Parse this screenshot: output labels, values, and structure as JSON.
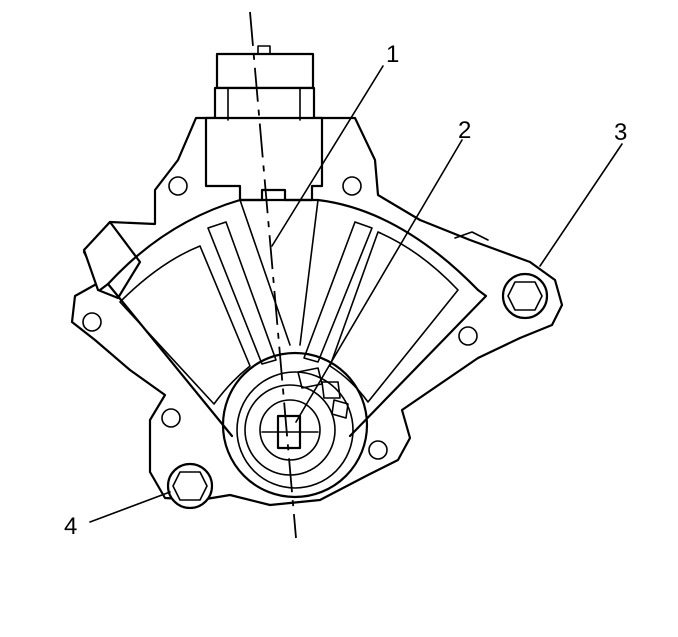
{
  "diagram": {
    "callouts": [
      {
        "id": "1",
        "text": "1"
      },
      {
        "id": "2",
        "text": "2"
      },
      {
        "id": "3",
        "text": "3"
      },
      {
        "id": "4",
        "text": "4"
      }
    ]
  },
  "colors": {
    "line": "#000000",
    "background": "#ffffff"
  }
}
